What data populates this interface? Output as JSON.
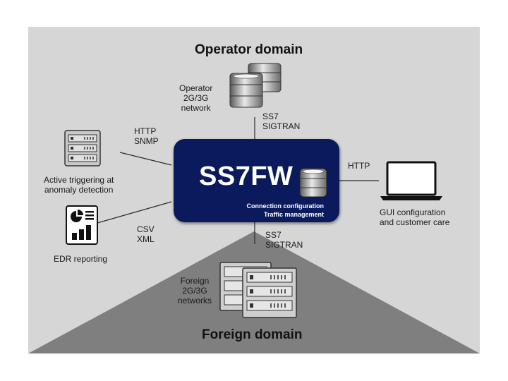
{
  "diagram": {
    "operator_title": "Operator domain",
    "foreign_title": "Foreign domain",
    "core": {
      "name": "SS7FW",
      "functions": [
        "Connection configuration",
        "Traffic management"
      ]
    },
    "nodes": {
      "operator_network": "Operator\n2G/3G\nnetwork",
      "foreign_networks": "Foreign\n2G/3G\nnetworks",
      "active_triggering": "Active triggering at\nanomaly detection",
      "edr_reporting": "EDR reporting",
      "gui": "GUI configuration\nand customer care"
    },
    "links": {
      "operator": "SS7\nSIGTRAN",
      "foreign": "SS7\nSIGTRAN",
      "triggering": "HTTP\nSNMP",
      "edr": "CSV\nXML",
      "gui": "HTTP"
    },
    "colors": {
      "background": "#d6d6d6",
      "foreign_region": "#7f7f7f",
      "core": "#0b1a5c"
    }
  }
}
